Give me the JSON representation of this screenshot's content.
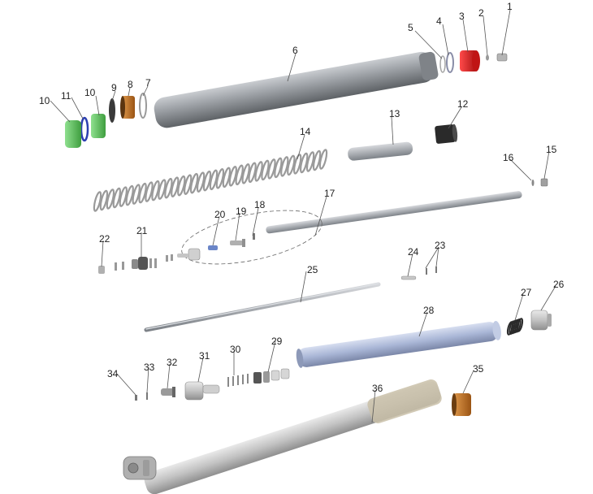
{
  "diagram": {
    "callouts": [
      {
        "id": "c1",
        "label": "1"
      },
      {
        "id": "c2",
        "label": "2"
      },
      {
        "id": "c3",
        "label": "3"
      },
      {
        "id": "c4",
        "label": "4"
      },
      {
        "id": "c5",
        "label": "5"
      },
      {
        "id": "c6",
        "label": "6"
      },
      {
        "id": "c7",
        "label": "7"
      },
      {
        "id": "c8",
        "label": "8"
      },
      {
        "id": "c9",
        "label": "9"
      },
      {
        "id": "c10a",
        "label": "10"
      },
      {
        "id": "c10b",
        "label": "10"
      },
      {
        "id": "c11",
        "label": "11"
      },
      {
        "id": "c12",
        "label": "12"
      },
      {
        "id": "c13",
        "label": "13"
      },
      {
        "id": "c14",
        "label": "14"
      },
      {
        "id": "c15",
        "label": "15"
      },
      {
        "id": "c16",
        "label": "16"
      },
      {
        "id": "c17",
        "label": "17"
      },
      {
        "id": "c18",
        "label": "18"
      },
      {
        "id": "c19",
        "label": "19"
      },
      {
        "id": "c20",
        "label": "20"
      },
      {
        "id": "c21",
        "label": "21"
      },
      {
        "id": "c22",
        "label": "22"
      },
      {
        "id": "c23",
        "label": "23"
      },
      {
        "id": "c24",
        "label": "24"
      },
      {
        "id": "c25",
        "label": "25"
      },
      {
        "id": "c26",
        "label": "26"
      },
      {
        "id": "c27",
        "label": "27"
      },
      {
        "id": "c28",
        "label": "28"
      },
      {
        "id": "c29",
        "label": "29"
      },
      {
        "id": "c30",
        "label": "30"
      },
      {
        "id": "c31",
        "label": "31"
      },
      {
        "id": "c32",
        "label": "32"
      },
      {
        "id": "c33",
        "label": "33"
      },
      {
        "id": "c34",
        "label": "34"
      },
      {
        "id": "c35",
        "label": "35"
      },
      {
        "id": "c36",
        "label": "36"
      }
    ],
    "colors": {
      "outer_tube": "#8c9096",
      "green_bushing": "#5fc45f",
      "red_cap": "#d81a1a",
      "bronze_bushing": "#b8691f",
      "blue_tube": "#a9b6d6",
      "silver_tube": "#bcbcbc",
      "black_part": "#2a2a2a",
      "seal_ring": "#2c3fb0"
    }
  }
}
